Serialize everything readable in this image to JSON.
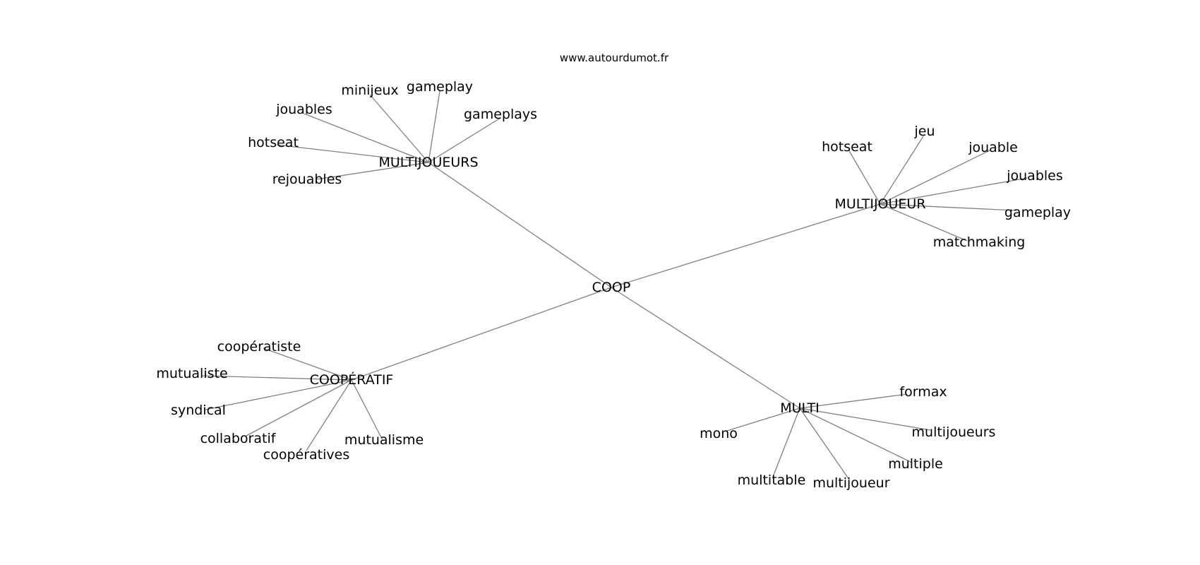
{
  "source": "www.autourdumot.fr",
  "center": "COOP",
  "clusters": [
    {
      "label": "MULTIJOUEURS",
      "words": [
        "minijeux",
        "gameplay",
        "jouables",
        "gameplays",
        "hotseat",
        "rejouables"
      ]
    },
    {
      "label": "MULTIJOUEUR",
      "words": [
        "hotseat",
        "jeu",
        "jouable",
        "jouables",
        "gameplay",
        "matchmaking"
      ]
    },
    {
      "label": "COOPÉRATIF",
      "words": [
        "coopératiste",
        "mutualiste",
        "syndical",
        "collaboratif",
        "coopératives",
        "mutualisme"
      ]
    },
    {
      "label": "MULTI",
      "words": [
        "formax",
        "mono",
        "multijoueurs",
        "multiple",
        "multitable",
        "multijoueur"
      ]
    }
  ]
}
